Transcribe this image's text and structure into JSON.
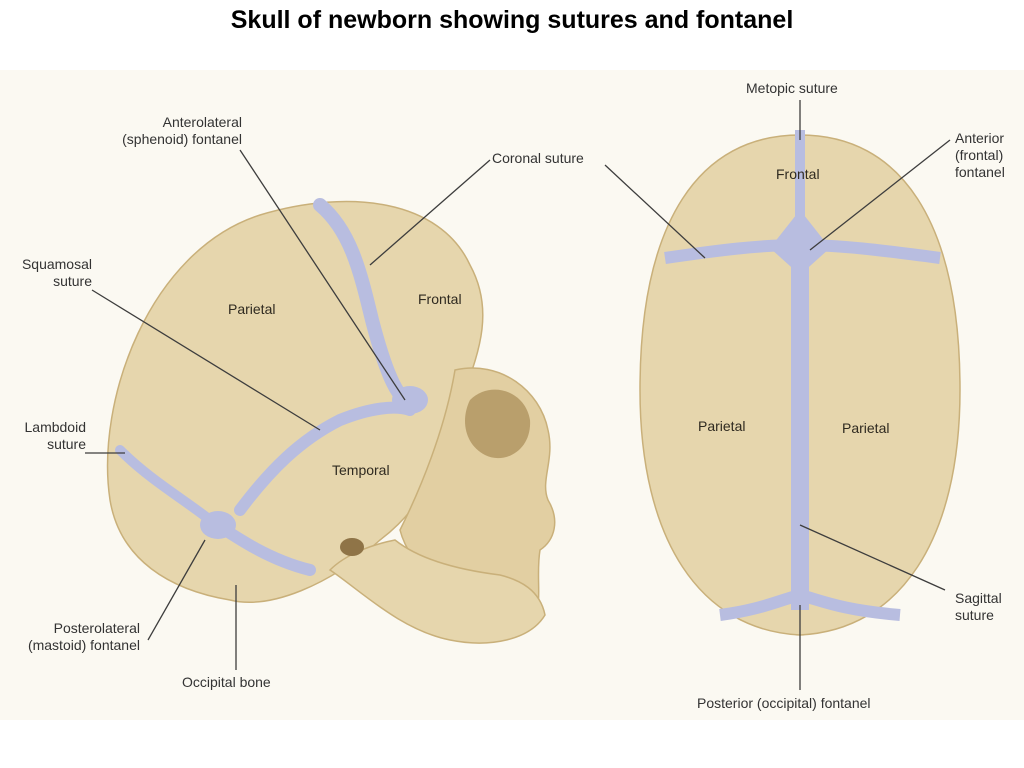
{
  "title": "Skull of newborn showing sutures and fontanel",
  "colors": {
    "bone": "#e6d6ad",
    "bone_shade": "#c9b07a",
    "suture": "#b8bde0",
    "background": "#fbf9f2"
  },
  "lateral_view": {
    "bones": {
      "parietal": "Parietal",
      "frontal": "Frontal",
      "temporal": "Temporal"
    },
    "callouts": {
      "anterolateral": "Anterolateral\n(sphenoid) fontanel",
      "coronal": "Coronal suture",
      "squamosal": "Squamosal\nsuture",
      "lambdoid": "Lambdoid\nsuture",
      "posterolateral": "Posterolateral\n(mastoid) fontanel",
      "occipital_bone": "Occipital bone"
    }
  },
  "superior_view": {
    "bones": {
      "frontal": "Frontal",
      "parietal_left": "Parietal",
      "parietal_right": "Parietal"
    },
    "callouts": {
      "metopic": "Metopic suture",
      "anterior_fontanel": "Anterior\n(frontal)\nfontanel",
      "sagittal": "Sagittal\nsuture",
      "posterior_fontanel": "Posterior (occipital) fontanel"
    }
  }
}
